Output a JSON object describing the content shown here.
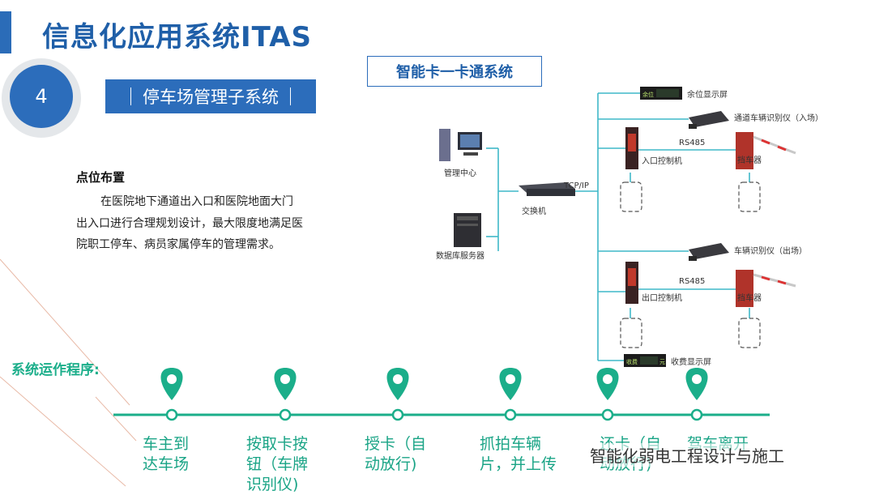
{
  "header": {
    "title": "信息化应用系统ITAS",
    "section_number": "4",
    "subsystem_title": "停车场管理子系统"
  },
  "diagram": {
    "title": "智能卡一卡通系统",
    "labels": {
      "management_center": "管理中心",
      "database_server": "数据库服务器",
      "switch": "交换机",
      "tcpip": "TCP/IP",
      "remaining_display": "余位显示屏",
      "remaining_display_small": "余位",
      "entry_camera": "通道车辆识别仪（入场）",
      "entry_controller": "入口控制机",
      "rs485_top": "RS485",
      "barrier_top": "挡车器",
      "exit_camera": "车辆识别仪（出场）",
      "exit_controller": "出口控制机",
      "rs485_bottom": "RS485",
      "barrier_bottom": "挡车器",
      "fee_display": "收费显示屏",
      "fee_display_small": "收费",
      "fee_display_unit": "元"
    }
  },
  "point_layout": {
    "heading": "点位布置",
    "description": "在医院地下通道出入口和医院地面大门出入口进行合理规划设计，最大限度地满足医院职工停车、病员家属停车的管理需求。"
  },
  "process": {
    "label": "系统运作程序:",
    "steps": [
      "车主到\n达车场",
      "按取卡按\n钮（车牌\n识别仪)",
      "授卡（自\n动放行)",
      "抓拍车辆\n片，并上传",
      "还卡（自\n动放行)",
      "驾车离开"
    ]
  },
  "watermark": "智能化弱电工程设计与施工",
  "colors": {
    "primary_blue": "#2c6dbb",
    "title_blue": "#1f5fa8",
    "teal": "#1bae8a",
    "line_teal": "#3fb8c8"
  }
}
